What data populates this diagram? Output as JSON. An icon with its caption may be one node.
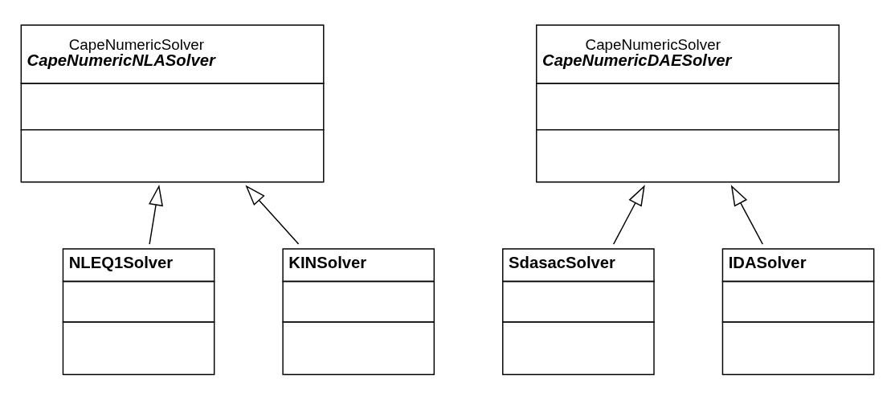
{
  "diagram": {
    "nodes": [
      {
        "text": [
          "CapeNumericSolver",
          "CapeNumericNLASolver"
        ]
      },
      {
        "text": [
          "NLEQ1Solver"
        ]
      },
      {
        "text": [
          "KINSolver"
        ]
      },
      {
        "text": [
          "CapeNumericSolver",
          "CapeNumericDAESolver"
        ]
      },
      {
        "text": [
          "SdasacSolver"
        ]
      },
      {
        "text": [
          "IDASolver"
        ]
      }
    ],
    "edges": [
      {
        "from": 1,
        "to": 0,
        "arrow": "to"
      },
      {
        "from": 2,
        "to": 0,
        "arrow": "to"
      },
      {
        "from": 4,
        "to": 3,
        "arrow": "to"
      },
      {
        "from": 5,
        "to": 3,
        "arrow": "to"
      }
    ]
  }
}
